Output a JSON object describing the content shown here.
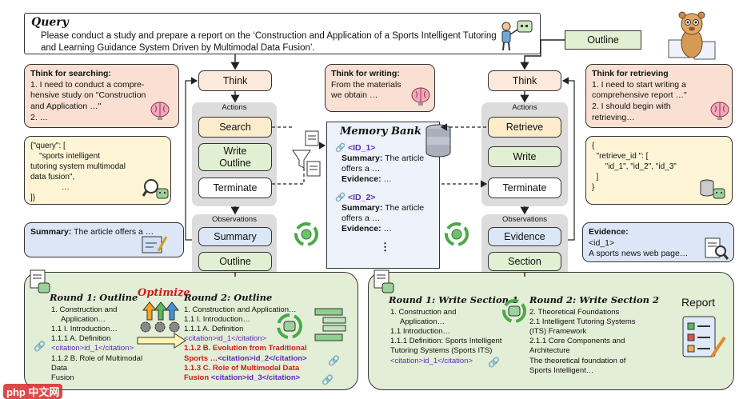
{
  "query": {
    "title": "Query",
    "text": "Please conduct a study and prepare a report on the ‘Construction and Application of a Sports Intelligent Tutoring and Learning Guidance System Driven by Multimodal Data Fusion’."
  },
  "outline_label": "Outline",
  "left": {
    "think": "Think",
    "actions_title": "Actions",
    "actions": [
      "Search",
      "Write Outline",
      "Terminate"
    ],
    "observations_title": "Observations",
    "observations": [
      "Summary",
      "Outline"
    ]
  },
  "right": {
    "think": "Think",
    "actions_title": "Actions",
    "actions": [
      "Retrieve",
      "Write",
      "Terminate"
    ],
    "observations_title": "Observations",
    "observations": [
      "Evidence",
      "Section"
    ]
  },
  "think_search": {
    "title": "Think for searching:",
    "lines": [
      "1. I need to conduct a compre-",
      "hensive study on \"Construction",
      "and Application …\"",
      "2. …"
    ]
  },
  "think_writing": {
    "title": "Think for writing:",
    "lines": [
      "From the materials",
      "we obtain …"
    ]
  },
  "think_retrieving": {
    "title": "Think for retrieving",
    "lines": [
      "1. I need to start writing a",
      "comprehensive report …\"",
      "2. I should begin with",
      "retrieving…"
    ]
  },
  "query_json": {
    "lines": [
      "{\"query\": [",
      "    \"sports intelligent",
      "tutoring system multimodal",
      "data fusion\",",
      "              …",
      "]}"
    ]
  },
  "retrieve_json": {
    "lines": [
      "{",
      "  \"retrieve_id \": [",
      "      \"id_1\", \"id_2\", \"id_3\"",
      "  ]",
      "}"
    ]
  },
  "summary_bubble": {
    "label": "Summary:",
    "text": "The article offers a …"
  },
  "evidence_bubble": {
    "label": "Evidence:",
    "lines": [
      "<id_1>",
      "A sports news web page…"
    ]
  },
  "memory_bank": {
    "title": "Memory Bank",
    "entries": [
      {
        "id": "<ID_1>",
        "summary_label": "Summary:",
        "summary": "The article offers a …",
        "evidence_label": "Evidence:",
        "evidence": "…"
      },
      {
        "id": "<ID_2>",
        "summary_label": "Summary:",
        "summary": "The article offers a …",
        "evidence_label": "Evidence:",
        "evidence": "…"
      }
    ],
    "more": "⋮"
  },
  "optimize_label": "Optimize",
  "round1_outline": {
    "title": "Round 1: Outline",
    "lines": [
      "1. Construction and",
      "   Application…",
      "1.1 I. Introduction…",
      "1.1.1 A. Definition"
    ],
    "cite": "<citation>id_1</citation>",
    "tail": [
      "1.1.2 B. Role of Multimodal Data",
      "Fusion"
    ]
  },
  "round2_outline": {
    "title": "Round 2: Outline",
    "lines": [
      "1. Construction and Application…",
      "1.1 I. Introduction…",
      "1.1.1 A. Definition"
    ],
    "cite1": "<citation>id_1</citation>",
    "red1": "1.1.2 B. Evolution from Traditional",
    "red1b": "Sports …",
    "cite2": "<citation>id_2</citation>",
    "red2": "1.1.3 C. Role of Multimodal Data",
    "red2b": "Fusion",
    "cite3": "<citation>id_3</citation>"
  },
  "round1_section": {
    "title": "Round 1: Write Section 1",
    "lines": [
      "1. Construction and",
      "   Application…",
      "1.1 Introduction…",
      "1.1.1 Definition: Sports Intelligent",
      "Tutoring Systems (Sports ITS)"
    ],
    "cite": "<citation>id_1</citation>"
  },
  "round2_section": {
    "title": "Round 2: Write Section 2",
    "lines": [
      "2. Theoretical Foundations",
      "2.1 Intelligent Tutoring Systems",
      "(ITS) Framework",
      "2.1.1 Core Components and",
      "Architecture",
      "The theoretical foundation of",
      "Sports Intelligent…"
    ]
  },
  "report_label": "Report",
  "watermark": "php 中文网",
  "colors": {
    "think_fill": "#fde9dc",
    "action_fill": "#fdeccb",
    "write_fill": "#e1efd2",
    "terminate_fill": "#ffffff",
    "obs_fill": "#dbe6f6",
    "panel_gray": "#dcdcdc",
    "bubble_pink": "#f9e0d2",
    "bubble_yellow": "#fdf5d6",
    "bubble_blue": "#dde6f6",
    "round_green": "#e3eed7",
    "outline_box": "#e1efd2",
    "citation": "#5b2bb8",
    "red": "#d11a1a"
  }
}
